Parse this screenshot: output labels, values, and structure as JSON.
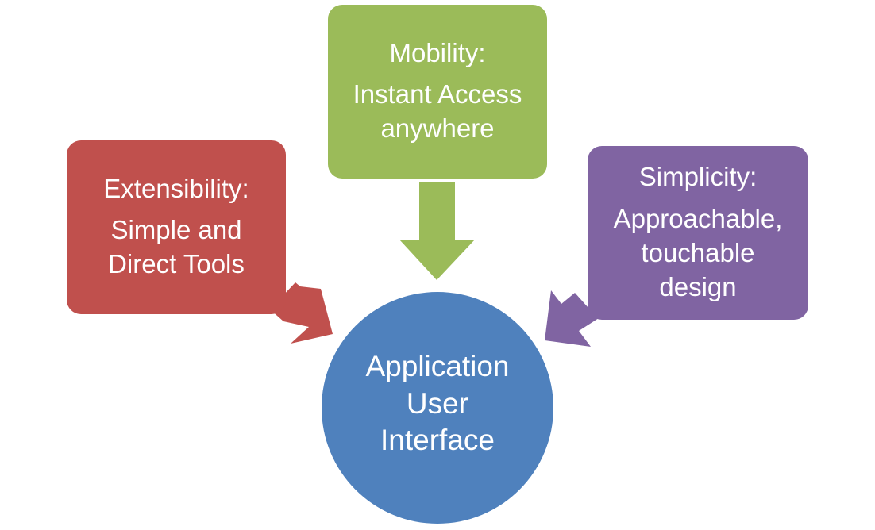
{
  "colors": {
    "extensibility": "#c0504d",
    "mobility": "#9bbb59",
    "simplicity": "#8064a2",
    "center": "#4f81bd",
    "text": "#ffffff"
  },
  "boxes": {
    "extensibility": {
      "title": "Extensibility:",
      "body": "Simple and\nDirect Tools"
    },
    "mobility": {
      "title": "Mobility:",
      "body": "Instant Access\nanywhere"
    },
    "simplicity": {
      "title": "Simplicity:",
      "body": "Approachable,\ntouchable\ndesign"
    }
  },
  "center": {
    "label": "Application\nUser\nInterface"
  }
}
